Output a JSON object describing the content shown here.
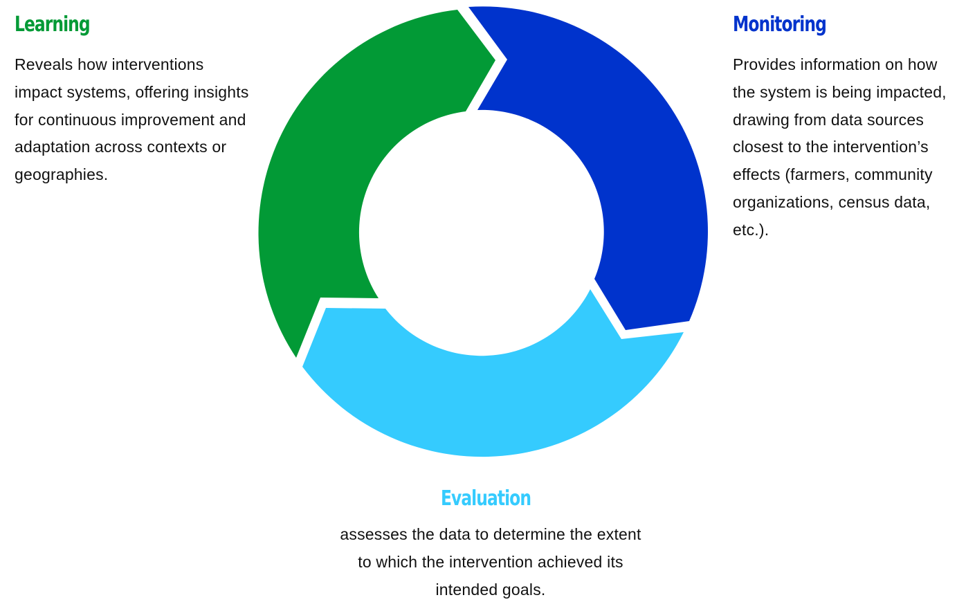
{
  "diagram": {
    "segments": [
      {
        "id": "learning",
        "title": "Learning",
        "description": "Reveals how interventions impact systems, offering insights for continuous improvement and adaptation across contexts or geographies.",
        "color": "#029a36"
      },
      {
        "id": "monitoring",
        "title": "Monitoring",
        "description": "Provides information on how the system is being impacted, drawing from data sources closest to the intervention’s effects (farmers, community organizations, census data, etc.).",
        "color": "#0033cc"
      },
      {
        "id": "evaluation",
        "title": "Evaluation",
        "description": "assesses the data to determine the extent to which the intervention achieved its intended goals.",
        "color": "#35cbfe"
      }
    ],
    "colors": {
      "background": "#ffffff",
      "text": "#111111"
    }
  }
}
